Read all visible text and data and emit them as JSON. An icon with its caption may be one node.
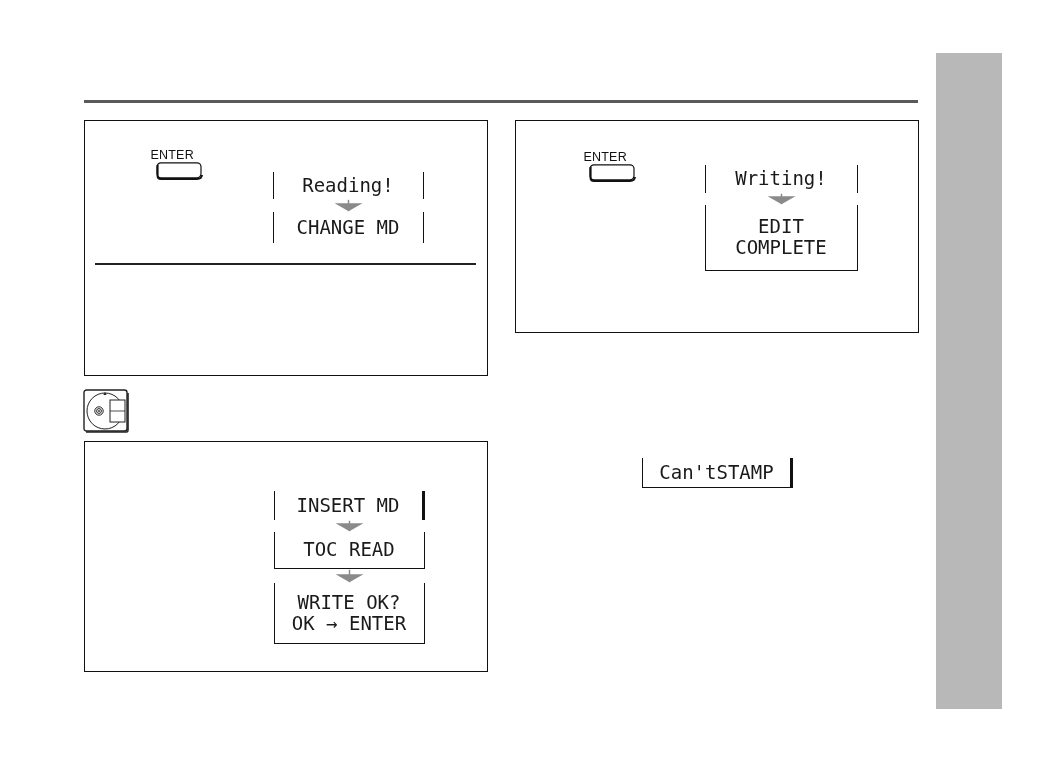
{
  "diagram": {
    "nodes": [
      {
        "text": [],
        "shape": "box"
      },
      {
        "text": [
          "ENTER"
        ],
        "in": 0
      },
      {
        "text": [
          "Reading!"
        ],
        "in": 0
      },
      {
        "text": [
          "CHANGE MD"
        ],
        "in": 0
      },
      {
        "text": [],
        "shape": "box"
      },
      {
        "text": [
          "INSERT MD"
        ],
        "in": 4
      },
      {
        "text": [
          "TOC READ"
        ],
        "in": 4
      },
      {
        "text": [
          "WRITE OK? OK → ENTER"
        ],
        "in": 4
      },
      {
        "text": [],
        "shape": "box"
      },
      {
        "text": [
          "ENTER"
        ],
        "in": 8
      },
      {
        "text": [
          "Writing!"
        ],
        "in": 8
      },
      {
        "text": [
          "EDIT COMPLETE"
        ],
        "in": 8
      },
      {
        "text": [
          "Can'tSTAMP"
        ]
      },
      {
        "text": [],
        "shape": "bar"
      }
    ],
    "edges": [
      {
        "from": 2,
        "to": 3,
        "arrow": "to"
      },
      {
        "from": 5,
        "to": 6,
        "arrow": "to"
      },
      {
        "from": 6,
        "to": 7,
        "arrow": "to"
      },
      {
        "from": 10,
        "to": 11,
        "arrow": "to"
      }
    ]
  }
}
